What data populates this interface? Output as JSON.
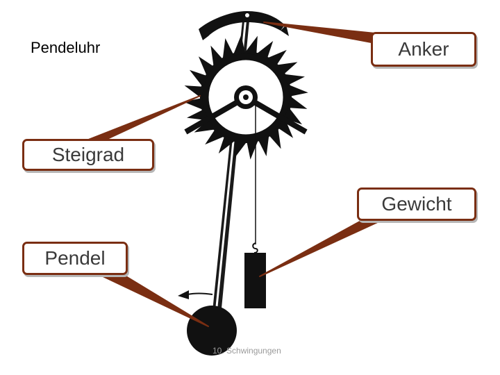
{
  "title": "Pendeluhr",
  "labels": {
    "anker": "Anker",
    "steigrad": "Steigrad",
    "gewicht": "Gewicht",
    "pendel": "Pendel"
  },
  "footer": "10. Schwingungen",
  "colors": {
    "leader": "#7a2e12",
    "mechanism": "#111111",
    "label_text": "#3a3a3a"
  },
  "escape_wheel_teeth": 24
}
